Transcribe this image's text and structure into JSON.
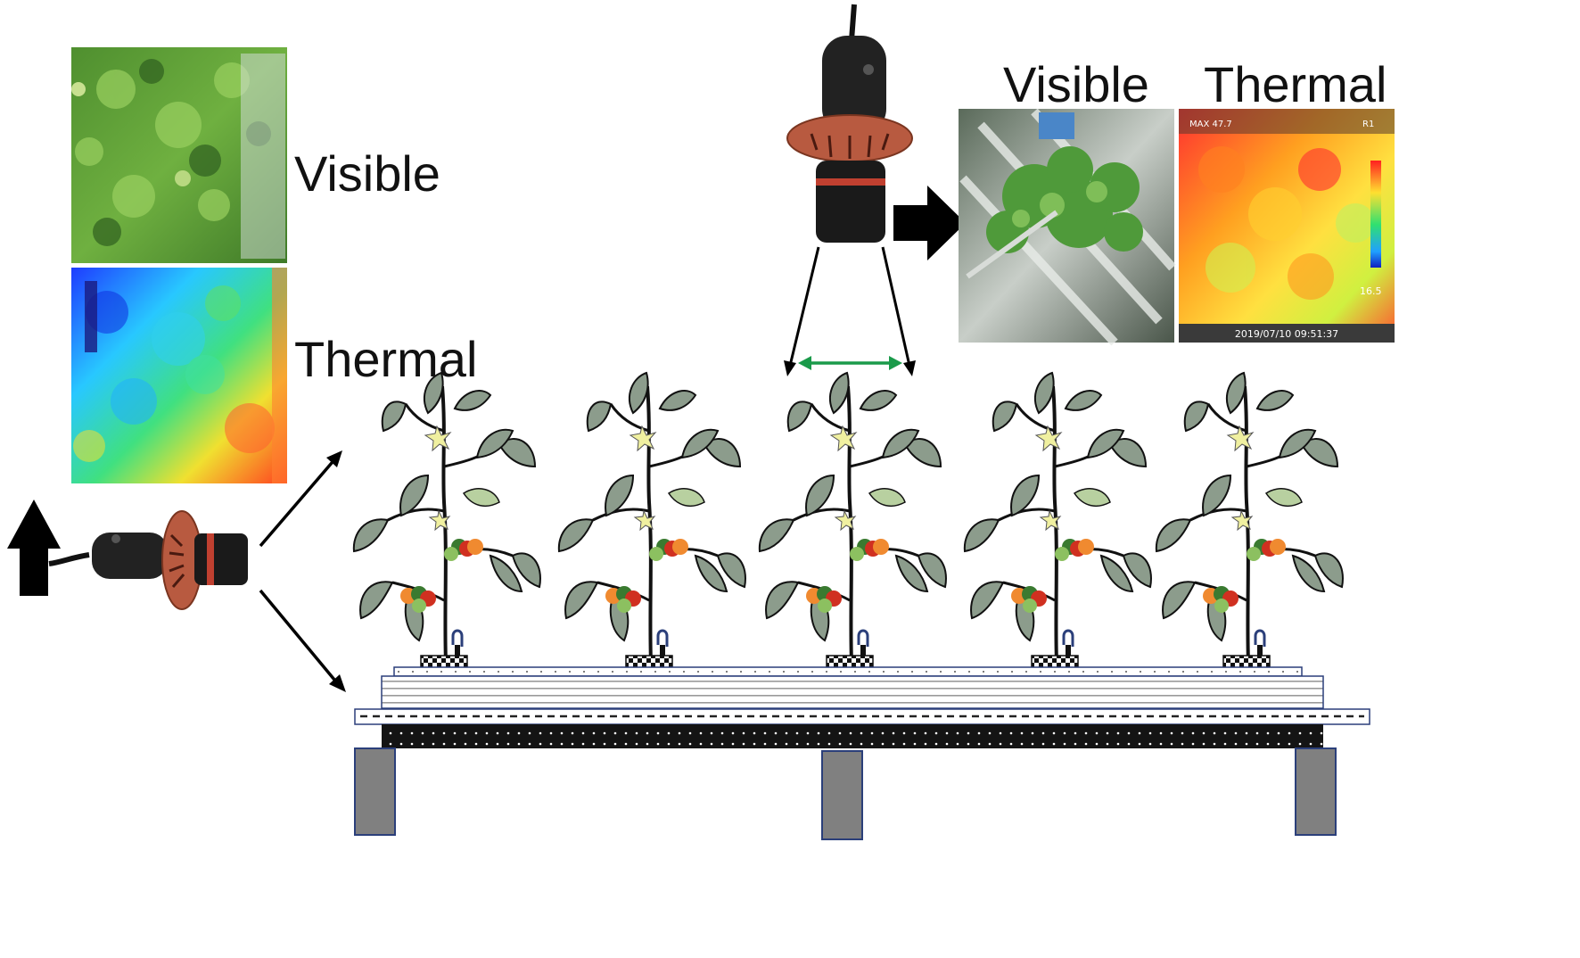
{
  "labels": {
    "left_visible": "Visible",
    "left_thermal": "Thermal",
    "top_visible": "Visible",
    "top_thermal": "Thermal"
  },
  "thermal_overlay": {
    "max_text": "MAX 47.7",
    "r1_text": "R1",
    "min_text": "16.5",
    "timestamp": "2019/07/10 09:51:37"
  },
  "colors": {
    "leaf": "#8c9c8c",
    "stem": "#111111",
    "bench_leg": "#808080",
    "leg_border": "#2b3f7a",
    "dim_arrow": "#1a9a4a",
    "camera_ring": "#b85a40"
  },
  "icons": [
    "up-arrow-icon",
    "right-arrow-icon",
    "camera-icon",
    "tomato-plant-icon"
  ]
}
